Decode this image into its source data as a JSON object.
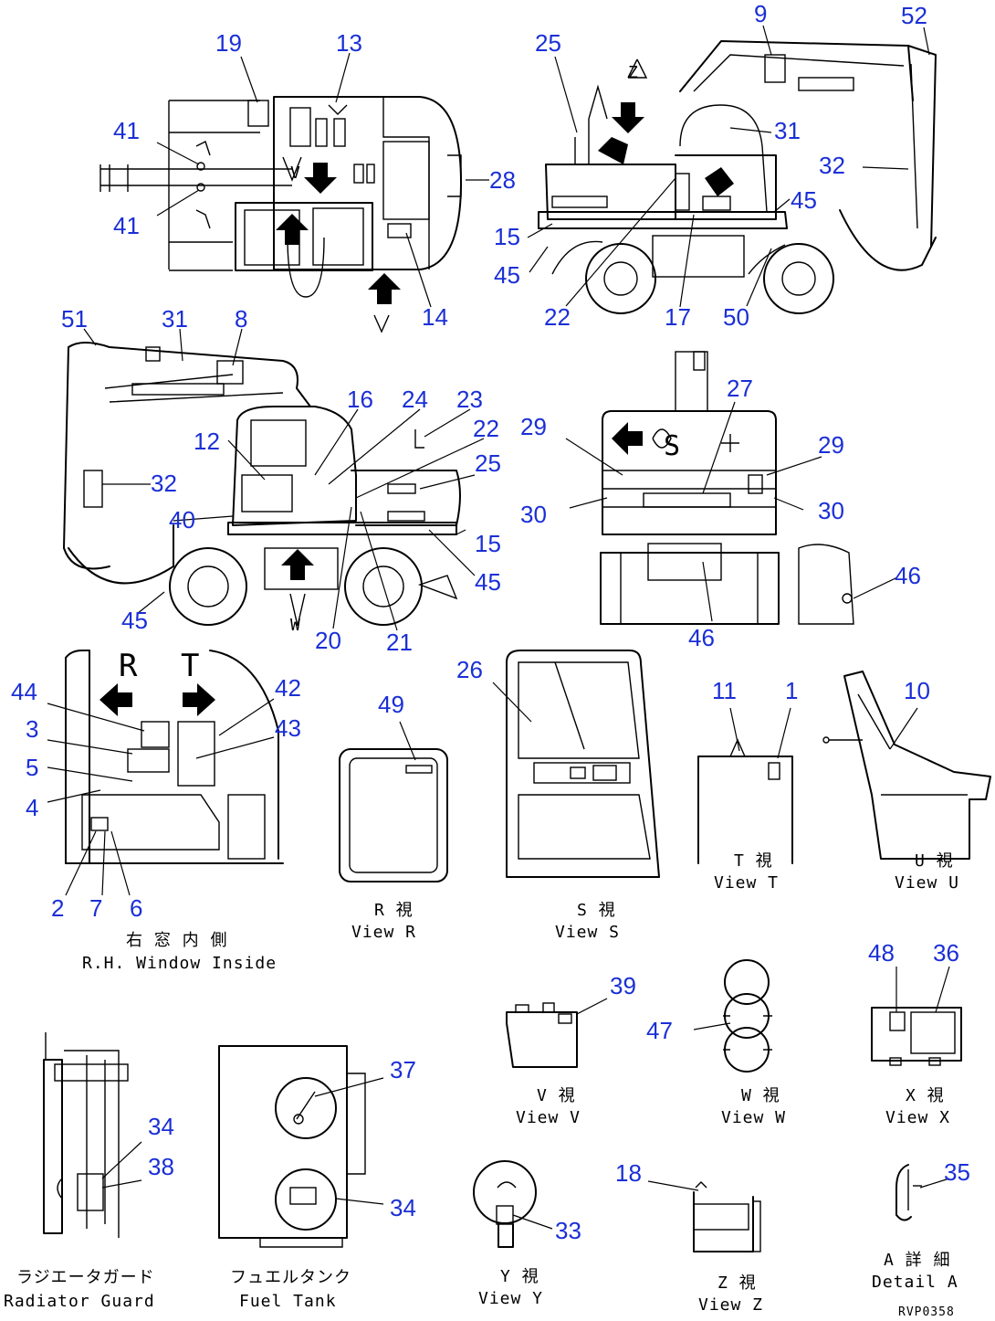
{
  "callouts": {
    "c1": "19",
    "c2": "13",
    "c3": "41",
    "c4": "41",
    "c5": "28",
    "c6": "14",
    "c7": "25",
    "c8": "9",
    "c9": "52",
    "c10": "31",
    "c11": "32",
    "c12": "15",
    "c13": "45",
    "c14": "45",
    "c15": "22",
    "c16": "17",
    "c17": "50",
    "c18": "51",
    "c19": "31",
    "c20": "8",
    "c21": "16",
    "c22": "24",
    "c23": "23",
    "c24": "22",
    "c25": "12",
    "c26": "25",
    "c27": "32",
    "c28": "40",
    "c29": "15",
    "c30": "45",
    "c31": "45",
    "c32": "20",
    "c33": "21",
    "c34": "29",
    "c35": "27",
    "c36": "29",
    "c37": "30",
    "c38": "30",
    "c39": "46",
    "c40": "46",
    "c41": "44",
    "c42": "42",
    "c43": "3",
    "c44": "43",
    "c45": "5",
    "c46": "4",
    "c47": "2",
    "c48": "7",
    "c49": "6",
    "c50": "49",
    "c51": "26",
    "c52": "11",
    "c53": "1",
    "c54": "10",
    "c55": "39",
    "c56": "47",
    "c57": "48",
    "c58": "36",
    "c59": "37",
    "c60": "34",
    "c61": "34",
    "c62": "38",
    "c63": "33",
    "c64": "18",
    "c65": "35"
  },
  "captions": {
    "rh_jp": "右 窓 内 側",
    "rh_en": "R.H. Window Inside",
    "view_r_jp": "R  視",
    "view_r_en": "View R",
    "view_s_jp": "S  視",
    "view_s_en": "View S",
    "view_t_jp": "T  視",
    "view_t_en": "View T",
    "view_u_jp": "U  視",
    "view_u_en": "View U",
    "view_v_jp": "V  視",
    "view_v_en": "View V",
    "view_w_jp": "W  視",
    "view_w_en": "View W",
    "view_x_jp": "X  視",
    "view_x_en": "View X",
    "view_y_jp": "Y  視",
    "view_y_en": "View Y",
    "view_z_jp": "Z  視",
    "view_z_en": "View Z",
    "detail_a_jp": "A 詳 細",
    "detail_a_en": "Detail A",
    "rad_jp": "ラジエータガード",
    "rad_en": "Radiator Guard",
    "fuel_jp": "フュエルタンク",
    "fuel_en": "Fuel Tank",
    "letters": {
      "v": "V",
      "z": "Z",
      "w": "W",
      "r": "R",
      "t": "T",
      "s": "S"
    },
    "drawing_no": "RVP0358"
  }
}
